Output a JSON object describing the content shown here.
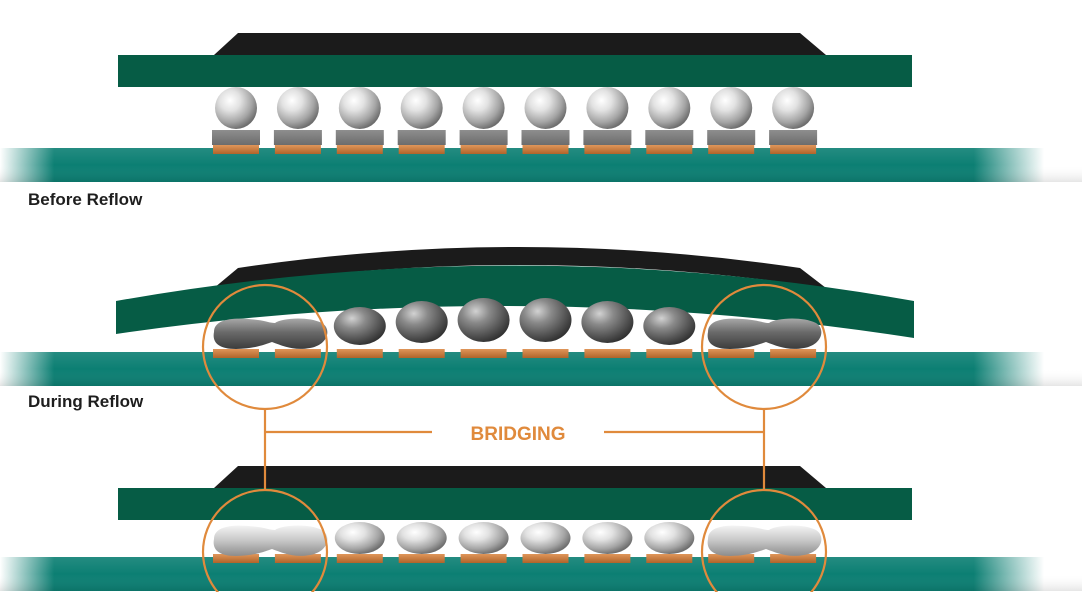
{
  "labels": {
    "before": "Before Reflow",
    "during": "During Reflow",
    "callout": "BRIDGING"
  },
  "colors": {
    "board": "#0c7f73",
    "package_substrate": "#065c45",
    "die": "#1b1b1b",
    "pad": "#c9783a",
    "paste": "#7a7a7a",
    "callout": "#e08a3c"
  },
  "ball_count": 10
}
